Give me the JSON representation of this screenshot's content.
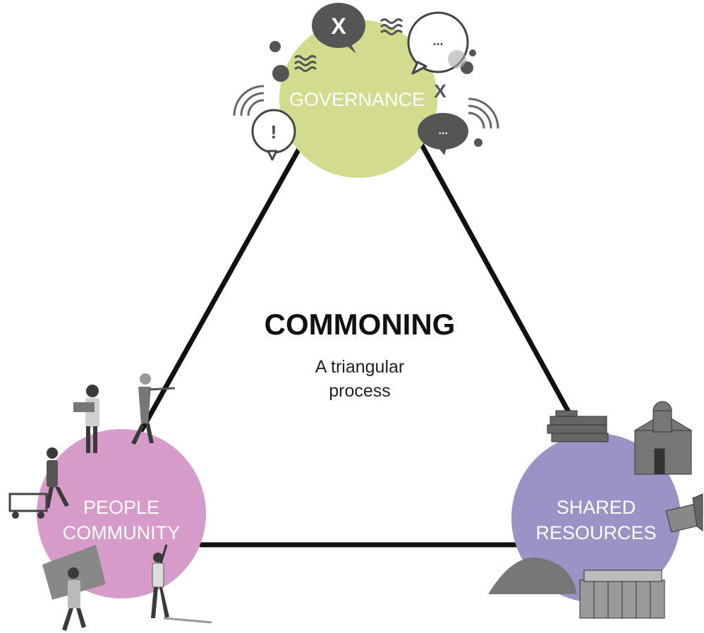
{
  "center": {
    "title": "COMMONING",
    "subtitle_line1": "A triangular",
    "subtitle_line2": "process"
  },
  "nodes": {
    "governance": {
      "label": "GOVERNANCE",
      "color": "#d3dc8e"
    },
    "people": {
      "label_line1": "PEOPLE",
      "label_line2": "COMMUNITY",
      "color": "#d79bc9"
    },
    "resources": {
      "label_line1": "SHARED",
      "label_line2": "RESOURCES",
      "color": "#9b93c6"
    }
  },
  "edge_color": "#111111",
  "icons": {
    "bubble_x": "X",
    "bubble_ellipsis": "...",
    "bubble_exclaim": "!",
    "x_mark": "X"
  }
}
